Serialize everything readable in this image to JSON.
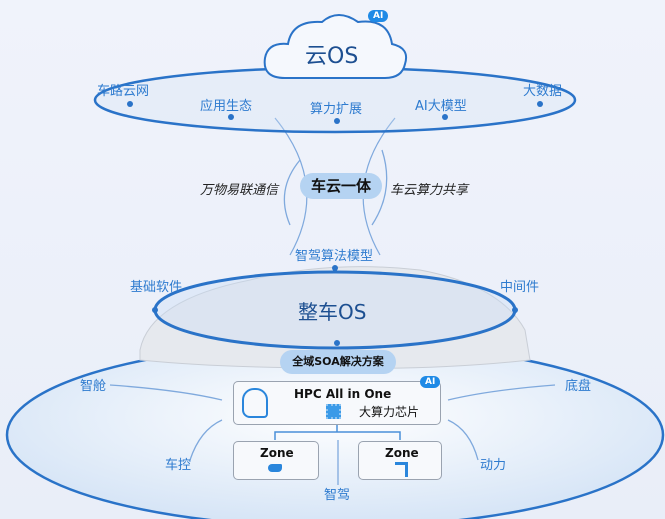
{
  "cloud": {
    "title": "云OS",
    "badge": "AI"
  },
  "cloud_ring": [
    "车路云网",
    "应用生态",
    "算力扩展",
    "AI大模型",
    "大数据"
  ],
  "link": {
    "center": "车云一体",
    "left": "万物易联通信",
    "right": "车云算力共享",
    "bottom": "智驾算法模型"
  },
  "vehicle_os": {
    "title": "整车OS",
    "left": "基础软件",
    "right": "中间件"
  },
  "soa": {
    "title": "全域SOA解决方案",
    "hpc": "HPC All in One",
    "chip": "大算力芯片",
    "badge": "AI",
    "zone1": "Zone",
    "zone2": "Zone",
    "bottom": "智驾"
  },
  "domains": {
    "cabin": "智舱",
    "chassis": "底盘",
    "control": "车控",
    "power": "动力"
  },
  "colors": {
    "accent": "#1f6fc9",
    "ring": "#2a73c8"
  }
}
